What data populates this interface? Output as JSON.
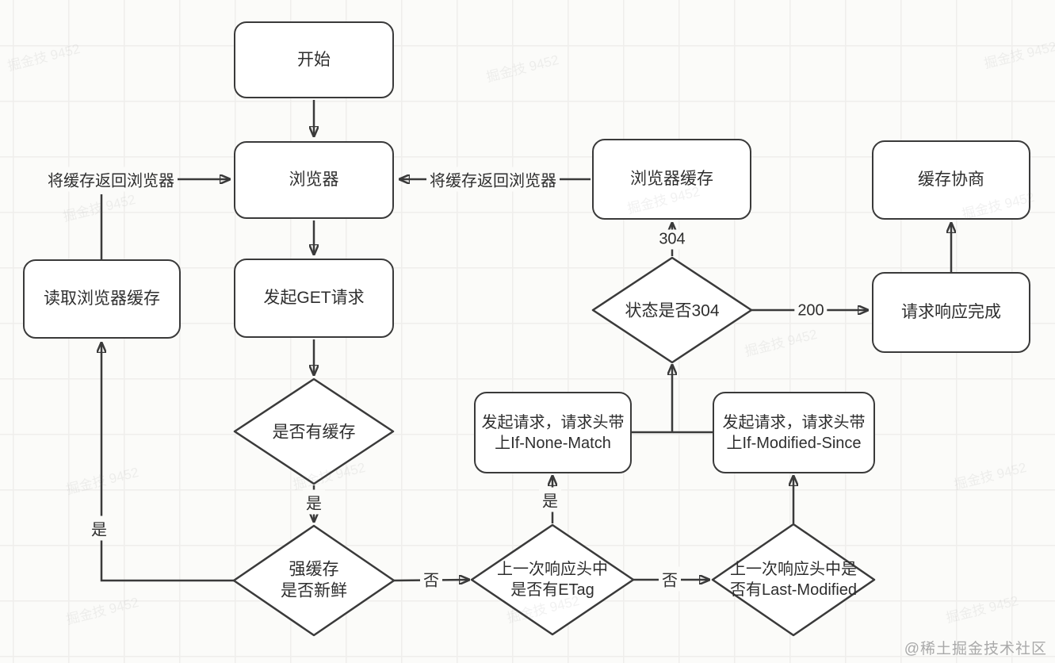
{
  "nodes": {
    "start": {
      "label": "开始"
    },
    "browser": {
      "label": "浏览器"
    },
    "read_browser_cache": {
      "label": "读取浏览器缓存"
    },
    "get_request": {
      "label": "发起GET请求"
    },
    "browser_cache": {
      "label": "浏览器缓存"
    },
    "cache_negotiation": {
      "label": "缓存协商"
    },
    "request_response_complete": {
      "label": "请求响应完成"
    },
    "request_if_none_match": {
      "line1": "发起请求，请求头带",
      "line2": "上If-None-Match"
    },
    "request_if_modified_since": {
      "line1": "发起请求，请求头带",
      "line2": "上If-Modified-Since"
    },
    "has_cache": {
      "label": "是否有缓存"
    },
    "strong_cache_fresh": {
      "line1": "强缓存",
      "line2": "是否新鲜"
    },
    "status_is_304": {
      "label": "状态是否304"
    },
    "has_etag": {
      "line1": "上一次响应头中",
      "line2": "是否有ETag"
    },
    "has_last_modified": {
      "line1": "上一次响应头中是",
      "line2": "否有Last-Modified"
    }
  },
  "edge_labels": {
    "return_cache_to_browser_left": "将缓存返回浏览器",
    "return_cache_to_browser_right": "将缓存返回浏览器",
    "code_304": "304",
    "code_200": "200",
    "yes_after_has_cache": "是",
    "yes_after_strong_fresh": "是",
    "yes_after_has_etag": "是",
    "no_after_strong_fresh": "否",
    "no_after_has_etag": "否"
  },
  "watermark": {
    "credit": "@稀土掘金技术社区",
    "pattern": "掘金技 9452"
  },
  "colors": {
    "stroke": "#3a3a3a",
    "node_fill": "#ffffff",
    "canvas_background": "#fbfbf9",
    "grid_line": "#efeeec",
    "credit_text": "#a9a9a9"
  }
}
